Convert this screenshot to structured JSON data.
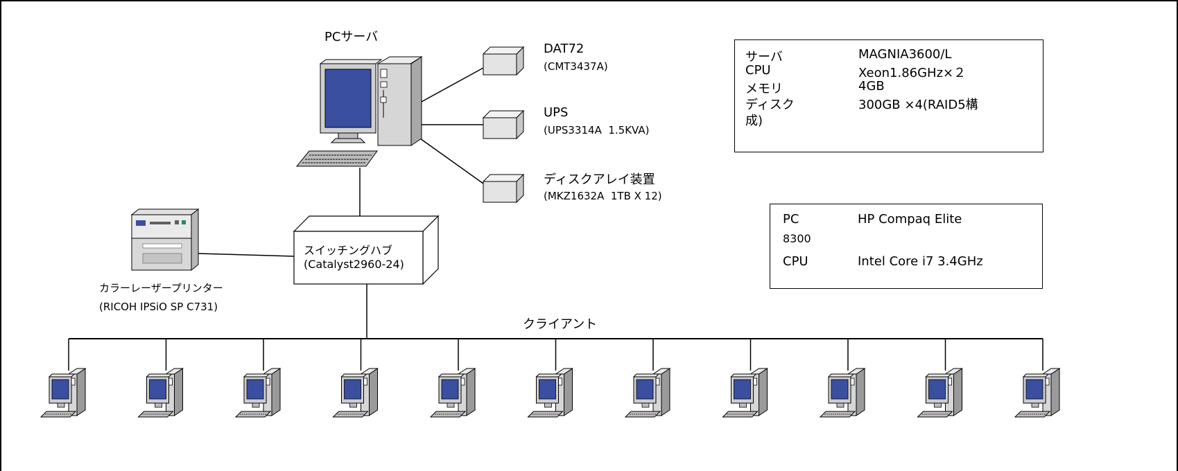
{
  "server": {
    "label": "PCサーバ"
  },
  "devices": [
    {
      "name": "DAT72",
      "model": "(CMT3437A)"
    },
    {
      "name": "UPS",
      "model": "(UPS3314A  1.5KVA)"
    },
    {
      "name": "ディスクアレイ装置",
      "model": "(MKZ1632A  1TB X 12)"
    }
  ],
  "hub": {
    "name": "スイッチングハブ",
    "model": "(Catalyst2960-24)"
  },
  "printer": {
    "name": "カラーレーザープリンター",
    "model": "(RICOH IPSiO SP C731)"
  },
  "clients": {
    "label": "クライアント",
    "count": 11
  },
  "server_spec": {
    "rows": [
      {
        "key": "サーバ",
        "value": "MAGNIA3600/L"
      },
      {
        "key": "CPU",
        "value": "Xeon1.86GHz×２"
      },
      {
        "key": "メモリ",
        "value": "4GB"
      },
      {
        "key": "ディスク",
        "value": "300GB ×4(RAID5構"
      },
      {
        "key": "成)",
        "value": ""
      }
    ]
  },
  "pc_spec": {
    "rows": [
      {
        "key": "PC",
        "value": "HP Compaq Elite"
      },
      {
        "key": "8300",
        "value": ""
      },
      {
        "key": "CPU",
        "value": "Intel Core i7 3.4GHz"
      }
    ]
  },
  "colors": {
    "screen": "#3a4fa0",
    "case": "#d0d0d0",
    "line": "#000000"
  }
}
